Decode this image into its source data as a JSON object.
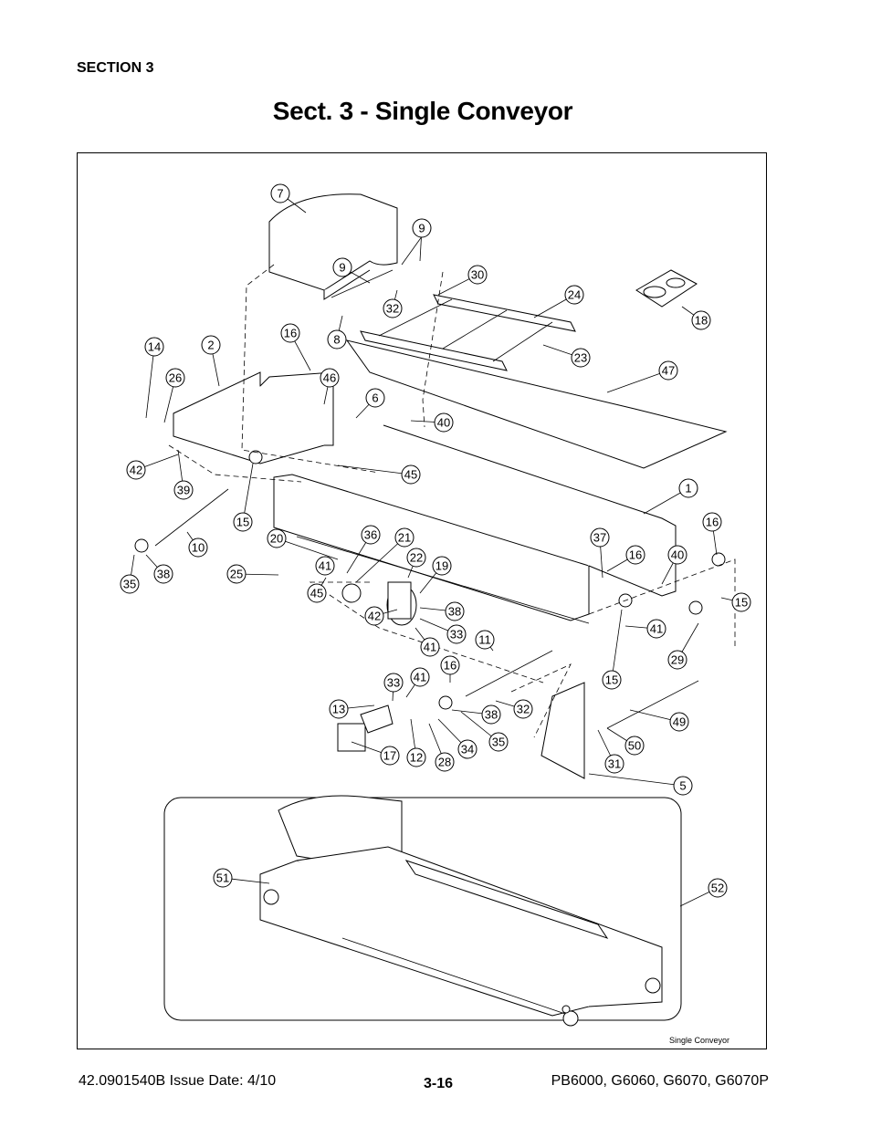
{
  "header": {
    "section": "SECTION 3",
    "title": "Sect. 3 - Single Conveyor"
  },
  "diagram": {
    "caption": "Single Conveyor",
    "callouts": [
      "7",
      "9",
      "9",
      "30",
      "32",
      "8",
      "24",
      "18",
      "14",
      "2",
      "16",
      "46",
      "26",
      "6",
      "23",
      "47",
      "40",
      "42",
      "39",
      "45",
      "1",
      "16",
      "15",
      "10",
      "36",
      "21",
      "37",
      "16",
      "35",
      "38",
      "25",
      "41",
      "45",
      "20",
      "22",
      "19",
      "40",
      "15",
      "42",
      "38",
      "33",
      "41",
      "41",
      "29",
      "11",
      "16",
      "15",
      "33",
      "41",
      "13",
      "38",
      "32",
      "35",
      "17",
      "12",
      "28",
      "34",
      "49",
      "50",
      "31",
      "5",
      "51",
      "52"
    ]
  },
  "footer": {
    "doc_number": "42.0901540B  Issue Date: 4/10",
    "page_number": "3-16",
    "models": "PB6000, G6060, G6070, G6070P"
  }
}
